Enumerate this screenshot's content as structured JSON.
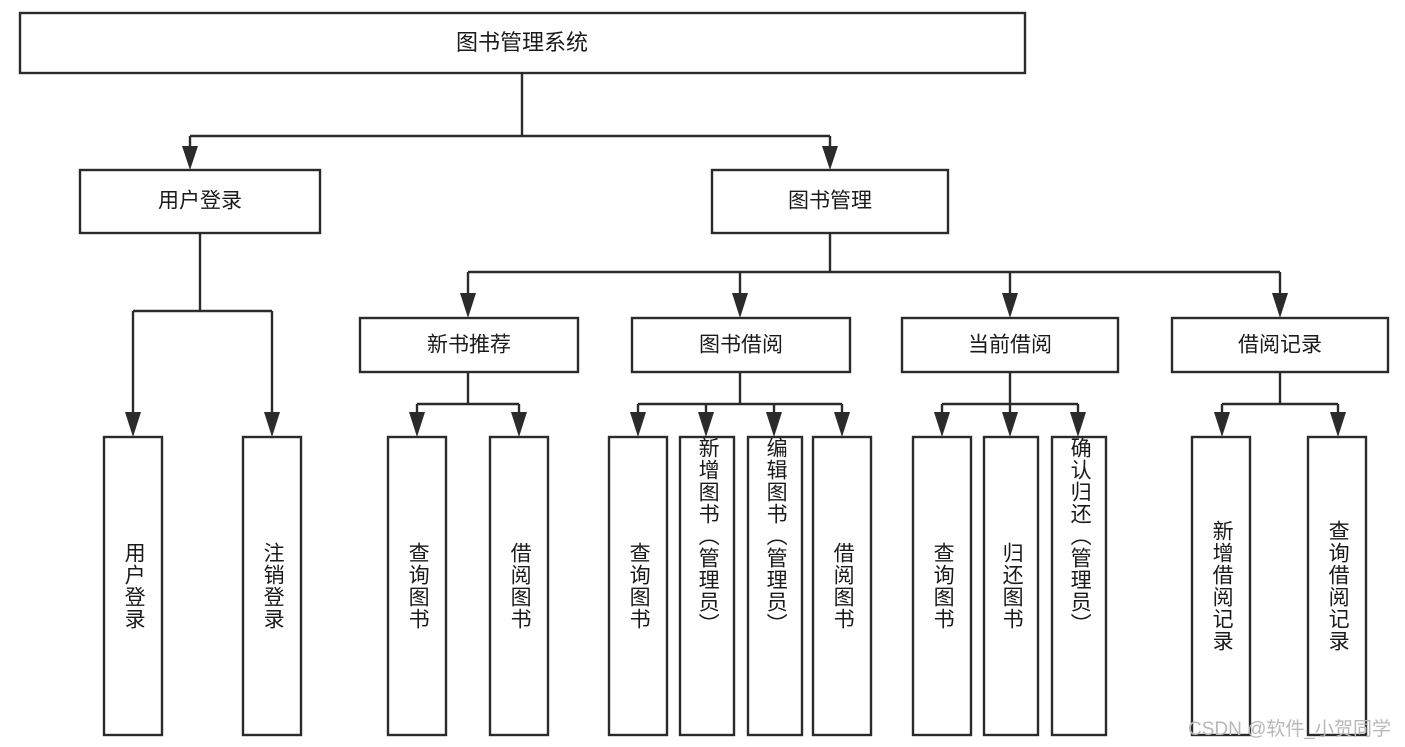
{
  "diagram": {
    "type": "tree-hierarchy",
    "title": "图书管理系统",
    "watermark": "CSDN @软件_小贺同学",
    "colors": {
      "box_stroke": "#2b2b2b",
      "box_fill": "#ffffff",
      "text": "#1a1a1a",
      "background": "#ffffff",
      "watermark": "#b8b8b8"
    },
    "root": {
      "label": "图书管理系统"
    },
    "level2": [
      {
        "label": "用户登录"
      },
      {
        "label": "图书管理"
      }
    ],
    "level3": [
      {
        "label": "新书推荐"
      },
      {
        "label": "图书借阅"
      },
      {
        "label": "当前借阅"
      },
      {
        "label": "借阅记录"
      }
    ],
    "leaves": {
      "user_login": [
        {
          "label": "用户登录"
        },
        {
          "label": "注销登录"
        }
      ],
      "new_book_recommend": [
        {
          "label": "查询图书"
        },
        {
          "label": "借阅图书"
        }
      ],
      "book_borrow": [
        {
          "label": "查询图书"
        },
        {
          "label": "新增图书（管理员）"
        },
        {
          "label": "编辑图书（管理员）"
        },
        {
          "label": "借阅图书"
        }
      ],
      "current_borrow": [
        {
          "label": "查询图书"
        },
        {
          "label": "归还图书"
        },
        {
          "label": "确认归还（管理员）"
        }
      ],
      "borrow_record": [
        {
          "label": "新增借阅记录"
        },
        {
          "label": "查询借阅记录"
        }
      ]
    }
  }
}
